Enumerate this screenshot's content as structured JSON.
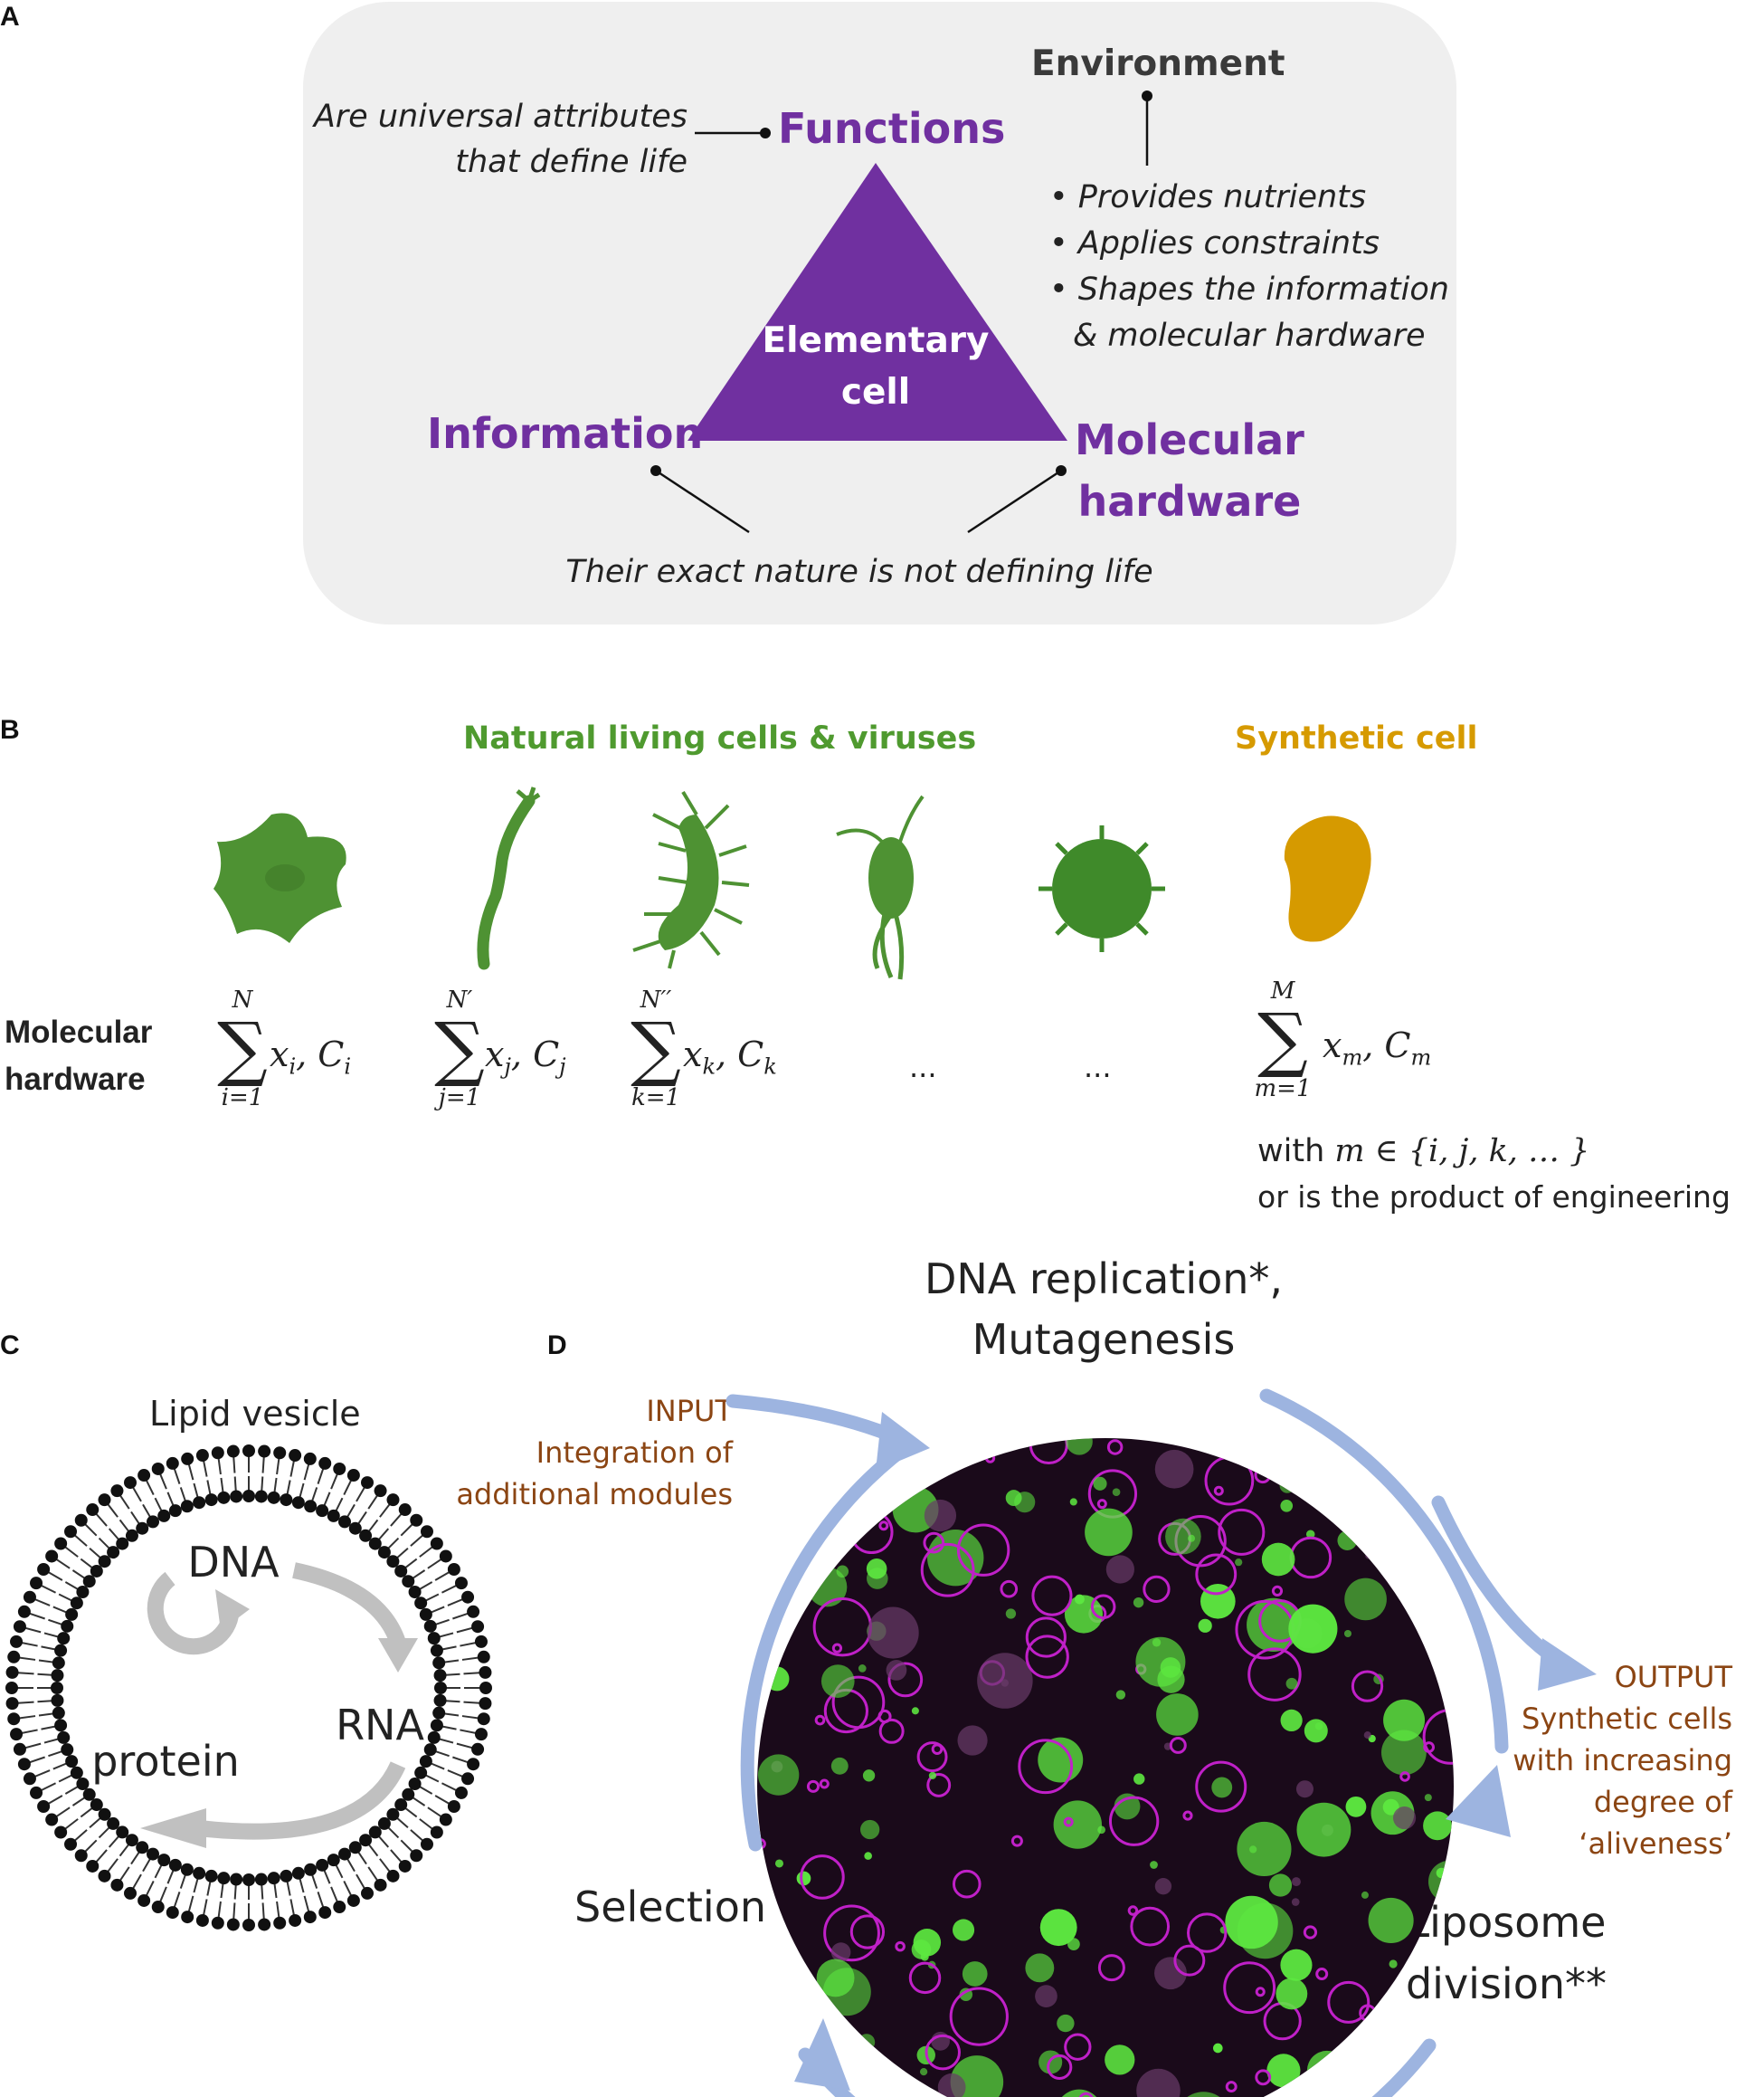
{
  "panel_a": {
    "label": "A",
    "functions": "Functions",
    "functions_note_line1": "Are universal attributes",
    "functions_note_line2": "that define life",
    "environment": "Environment",
    "env_bullets": [
      "Provides nutrients",
      "Applies constraints",
      "Shapes the information"
    ],
    "env_bullet_cont": "& molecular hardware",
    "triangle_line1": "Elementary",
    "triangle_line2": "cell",
    "information": "Information",
    "molecular_line1": "Molecular",
    "molecular_line2": "hardware",
    "bottom_note": "Their exact nature is not defining life"
  },
  "panel_b": {
    "label": "B",
    "natural_title": "Natural living cells & viruses",
    "synthetic_title": "Synthetic cell",
    "row_label_line1": "Molecular",
    "row_label_line2": "hardware",
    "sums": [
      {
        "upper": "N",
        "lower": "i=1",
        "term": "x",
        "sub": "i",
        "term2": "C",
        "sub2": "i"
      },
      {
        "upper": "N′",
        "lower": "j=1",
        "term": "x",
        "sub": "j",
        "term2": "C",
        "sub2": "j"
      },
      {
        "upper": "N′′",
        "lower": "k=1",
        "term": "x",
        "sub": "k",
        "term2": "C",
        "sub2": "k"
      },
      {
        "upper": "M",
        "lower": "m=1",
        "term": "x",
        "sub": "m",
        "term2": "C",
        "sub2": "m"
      }
    ],
    "ellipsis": "...",
    "with_prefix": "with ",
    "with_var": "m",
    "with_set": " ∈ {i, j, k, … }",
    "engineering_note": "or is the product of engineering",
    "colors": {
      "natural": "#4f9a2f",
      "synthetic": "#d69a00"
    },
    "icons": [
      "amoeba-icon",
      "spirochete-icon",
      "bacterium-icon",
      "flagellate-icon",
      "virus-icon",
      "synthetic-cell-icon"
    ]
  },
  "panel_c": {
    "label": "C",
    "vesicle": "Lipid vesicle",
    "dna": "DNA",
    "rna": "RNA",
    "protein": "protein"
  },
  "panel_d": {
    "label": "D",
    "top_line1": "DNA replication*,",
    "top_line2": "Mutagenesis",
    "input_title": "INPUT",
    "input_line1": "Integration of",
    "input_line2": "additional modules",
    "output_title": "OUTPUT",
    "output_lines": [
      "Synthetic cells",
      "with increasing",
      "degree of",
      "‘aliveness’"
    ],
    "liposome_line1": "Liposome",
    "liposome_line2": "division**",
    "selection": "Selection",
    "colors": {
      "arrow": "#9db4e0",
      "accent_text": "#8b4513",
      "green": "#5de840",
      "magenta": "#c020c8"
    }
  }
}
